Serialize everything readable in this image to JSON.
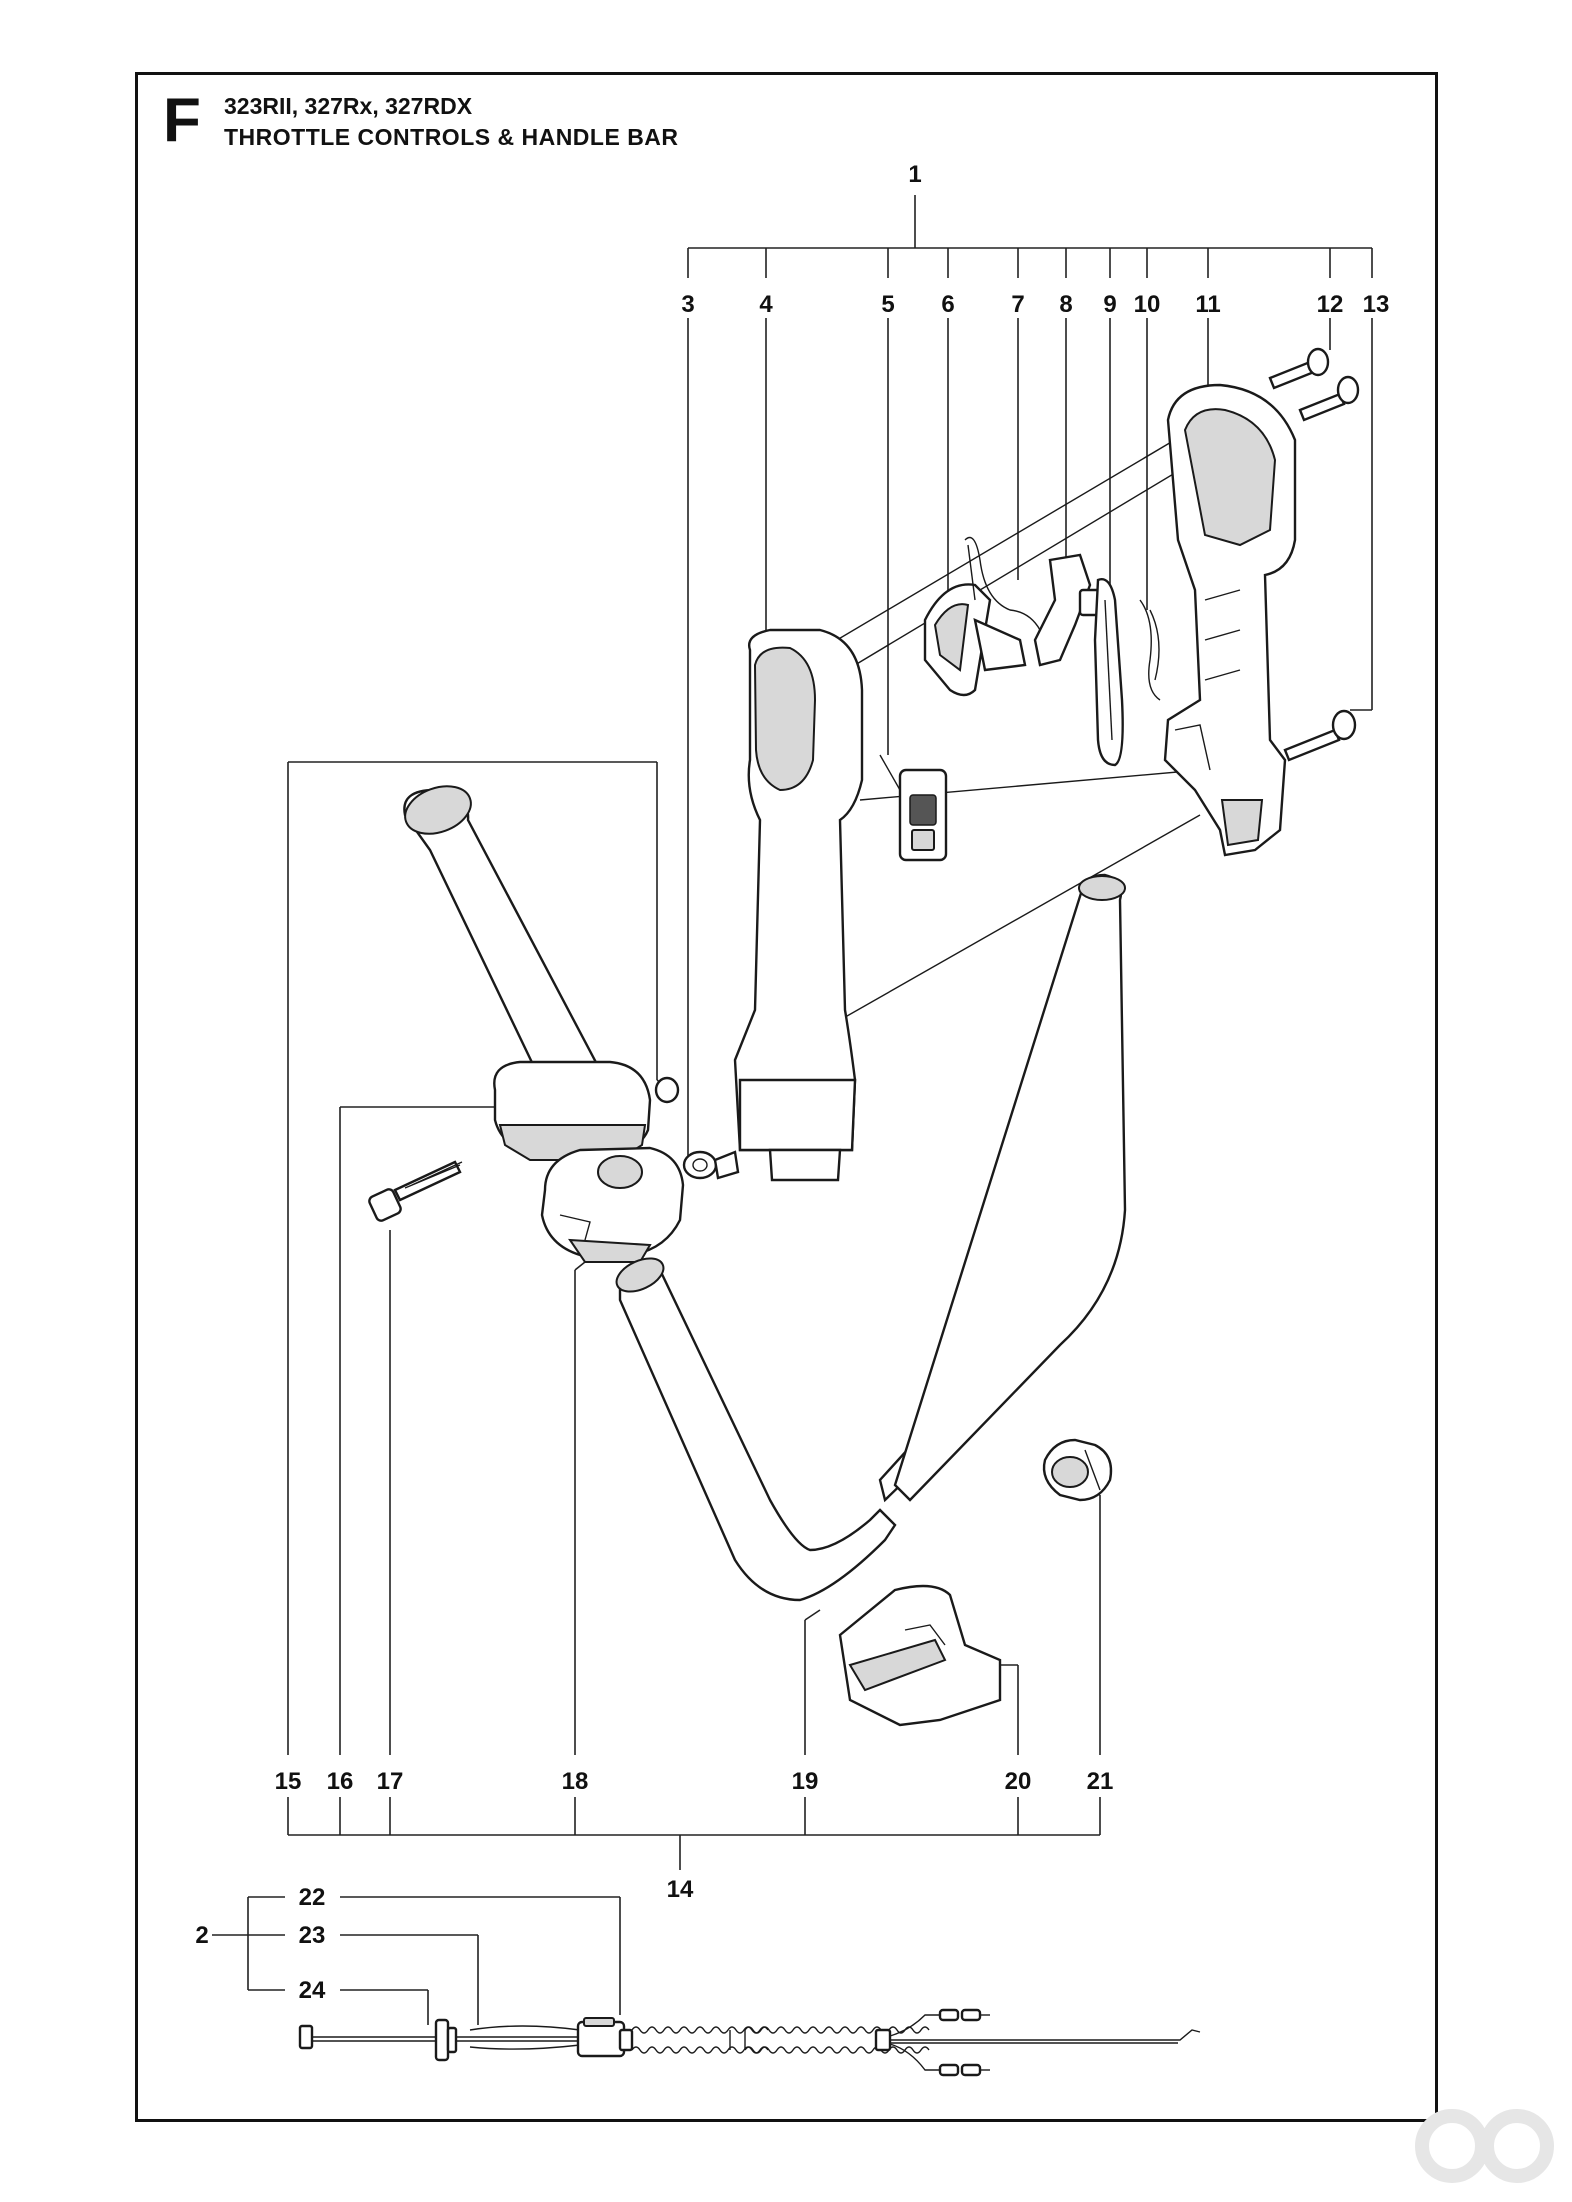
{
  "header": {
    "section_letter": "F",
    "models": "323RII, 327Rx, 327RDX",
    "title": "THROTTLE CONTROLS & HANDLE BAR"
  },
  "callouts": {
    "c1": "1",
    "c2": "2",
    "c3": "3",
    "c4": "4",
    "c5": "5",
    "c6": "6",
    "c7": "7",
    "c8": "8",
    "c9": "9",
    "c10": "10",
    "c11": "11",
    "c12": "12",
    "c13": "13",
    "c14": "14",
    "c15": "15",
    "c16": "16",
    "c17": "17",
    "c18": "18",
    "c19": "19",
    "c20": "20",
    "c21": "21",
    "c22": "22",
    "c23": "23",
    "c24": "24"
  },
  "icons": {
    "watermark": "watermark-logo-icon"
  }
}
